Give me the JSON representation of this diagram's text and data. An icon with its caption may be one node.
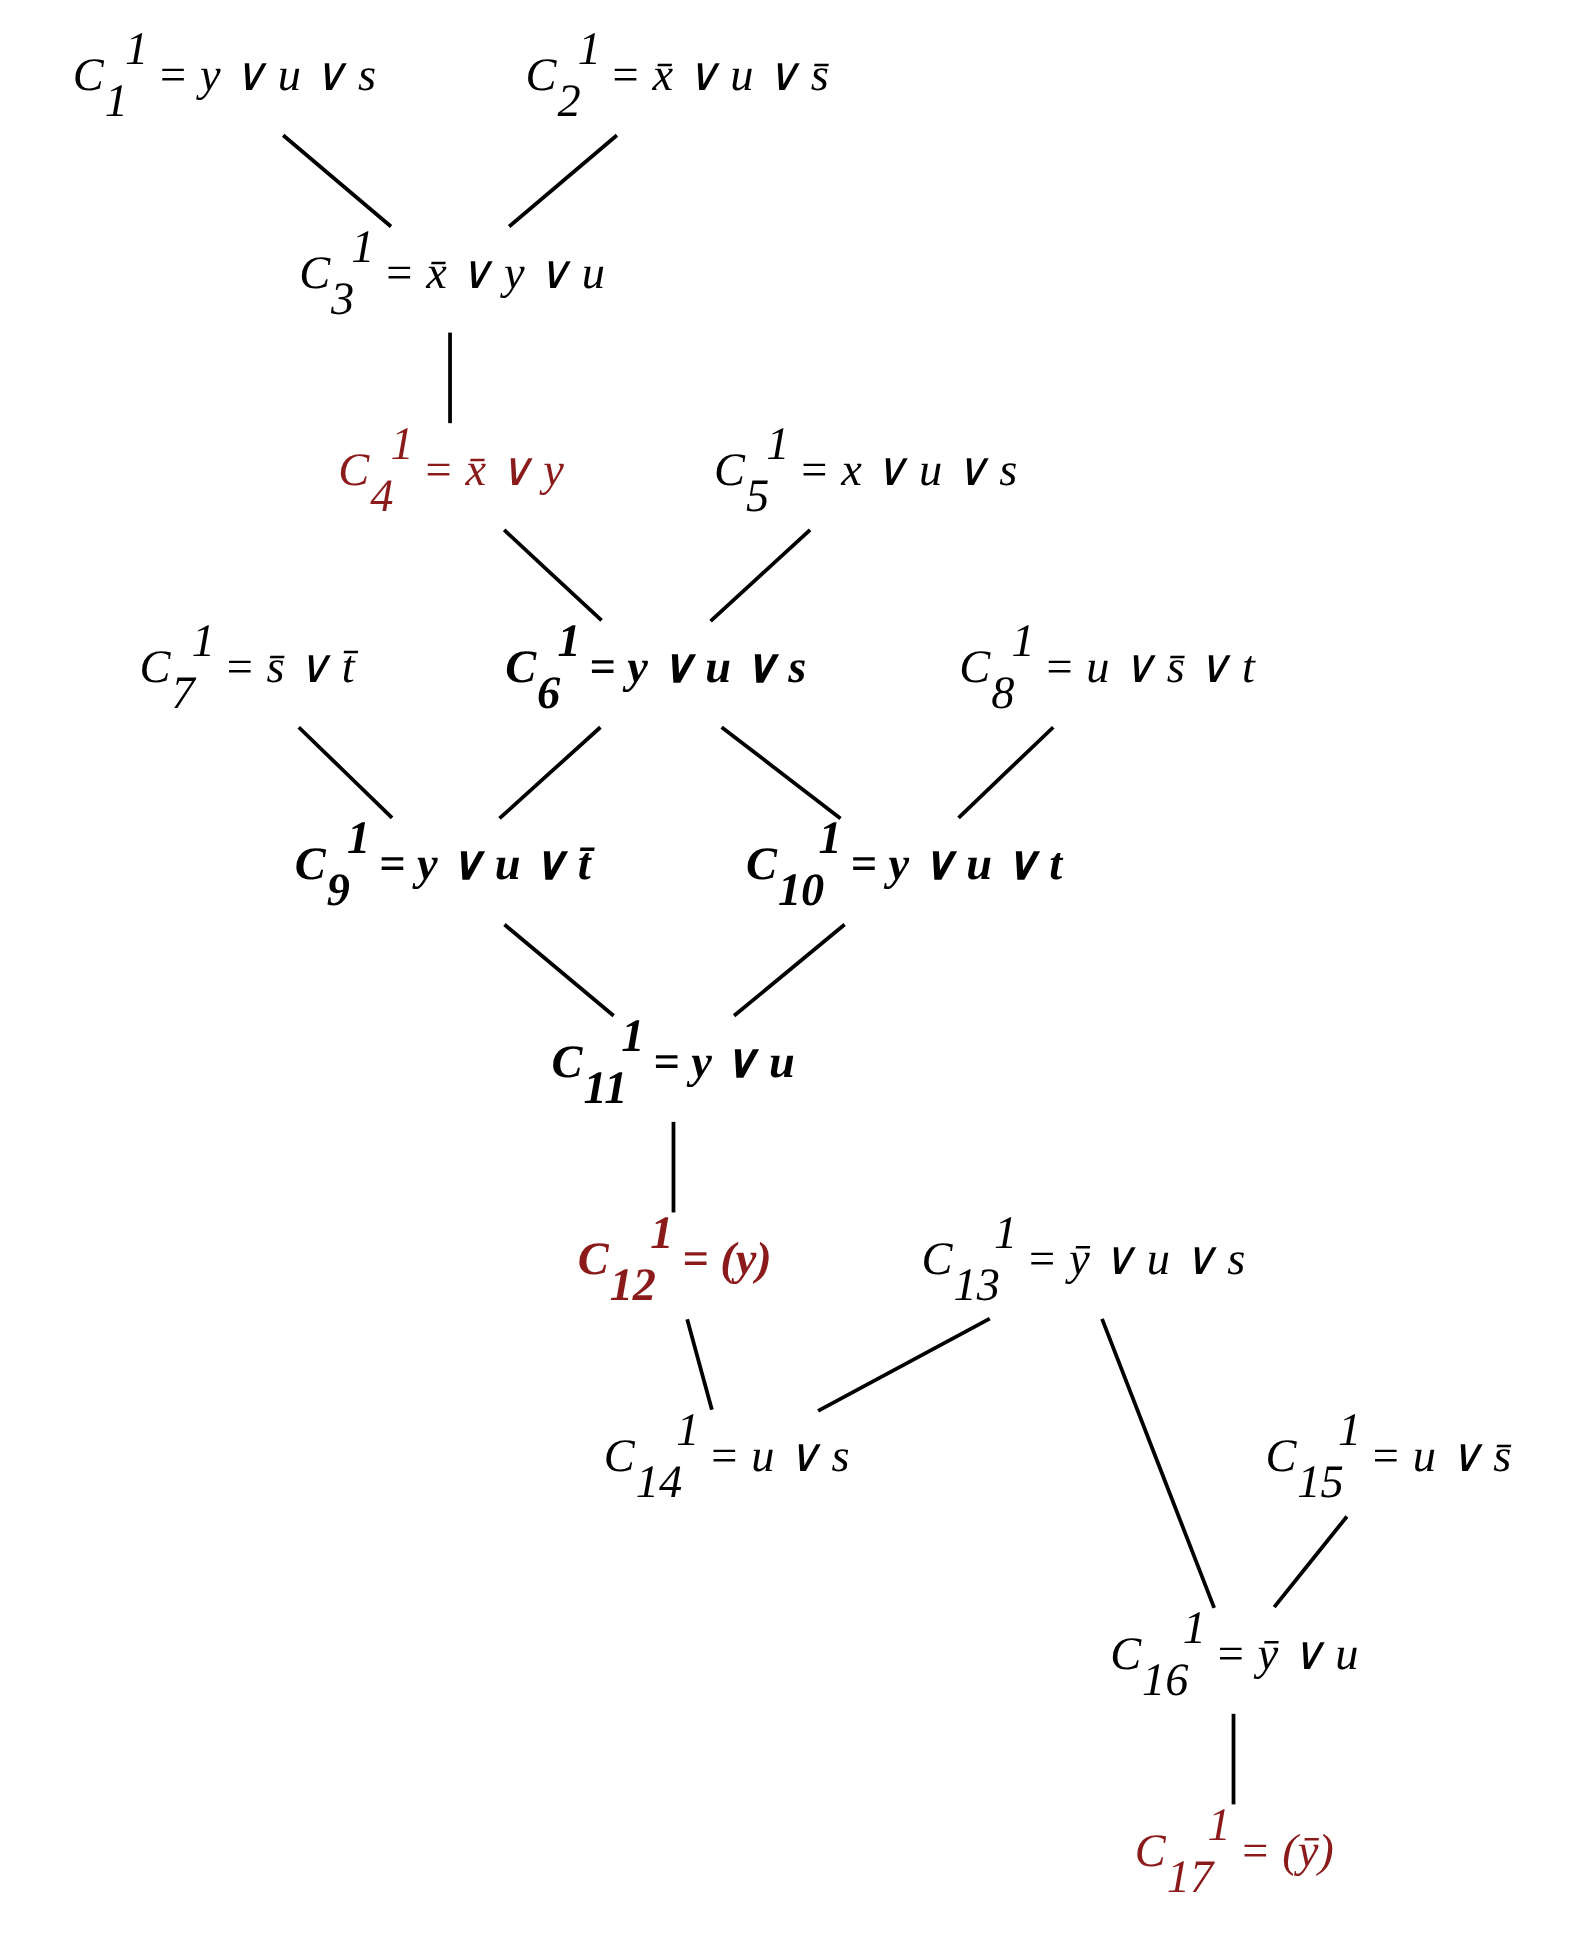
{
  "diagram": {
    "nodes": [
      {
        "text": [
          "C$_{1}$$^{1}$ = y ∨ u ∨ s"
        ]
      },
      {
        "text": [
          "C$_{2}$$^{1}$ = x̄ ∨ u ∨ s̄"
        ]
      },
      {
        "text": [
          "C$_{3}$$^{1}$ = x̄ ∨ y ∨ u"
        ]
      },
      {
        "text": [
          "C$_{4}$$^{1}$ = x̄ ∨ y"
        ]
      },
      {
        "text": [
          "C$_{5}$$^{1}$ = x ∨ u ∨ s"
        ]
      },
      {
        "text": [
          "C$_{6}$$^{1}$ = y ∨ u ∨ s"
        ]
      },
      {
        "text": [
          "C$_{7}$$^{1}$ = s̄ ∨ t̄"
        ]
      },
      {
        "text": [
          "C$_{8}$$^{1}$ = u ∨ s̄ ∨ t"
        ]
      },
      {
        "text": [
          "C$_{9}$$^{1}$ = y ∨ u ∨ t̄"
        ]
      },
      {
        "text": [
          "C$_{10}$$^{1}$ = y ∨ u ∨ t"
        ]
      },
      {
        "text": [
          "C$_{11}$$^{1}$ = y ∨ u"
        ]
      },
      {
        "text": [
          "C$_{12}$$^{1}$ = (y)"
        ]
      },
      {
        "text": [
          "C$_{13}$$^{1}$ = ȳ ∨ u ∨ s"
        ]
      },
      {
        "text": [
          "C$_{14}$$^{1}$ = u ∨ s"
        ]
      },
      {
        "text": [
          "C$_{15}$$^{1}$ = u ∨ s̄"
        ]
      },
      {
        "text": [
          "C$_{16}$$^{1}$ = ȳ ∨ u"
        ]
      },
      {
        "text": [
          "C$_{17}$$^{1}$ = (ȳ)"
        ]
      }
    ],
    "edges": [
      {
        "from": 0,
        "to": 2,
        "arrow": "none"
      },
      {
        "from": 1,
        "to": 2,
        "arrow": "none"
      },
      {
        "from": 2,
        "to": 3,
        "arrow": "none"
      },
      {
        "from": 3,
        "to": 5,
        "arrow": "none"
      },
      {
        "from": 4,
        "to": 5,
        "arrow": "none"
      },
      {
        "from": 6,
        "to": 8,
        "arrow": "none"
      },
      {
        "from": 5,
        "to": 8,
        "arrow": "none"
      },
      {
        "from": 5,
        "to": 9,
        "arrow": "none"
      },
      {
        "from": 7,
        "to": 9,
        "arrow": "none"
      },
      {
        "from": 8,
        "to": 10,
        "arrow": "none"
      },
      {
        "from": 9,
        "to": 10,
        "arrow": "none"
      },
      {
        "from": 10,
        "to": 11,
        "arrow": "none"
      },
      {
        "from": 11,
        "to": 13,
        "arrow": "none"
      },
      {
        "from": 12,
        "to": 13,
        "arrow": "none"
      },
      {
        "from": 12,
        "to": 15,
        "arrow": "none"
      },
      {
        "from": 14,
        "to": 15,
        "arrow": "none"
      },
      {
        "from": 15,
        "to": 16,
        "arrow": "none"
      }
    ]
  }
}
